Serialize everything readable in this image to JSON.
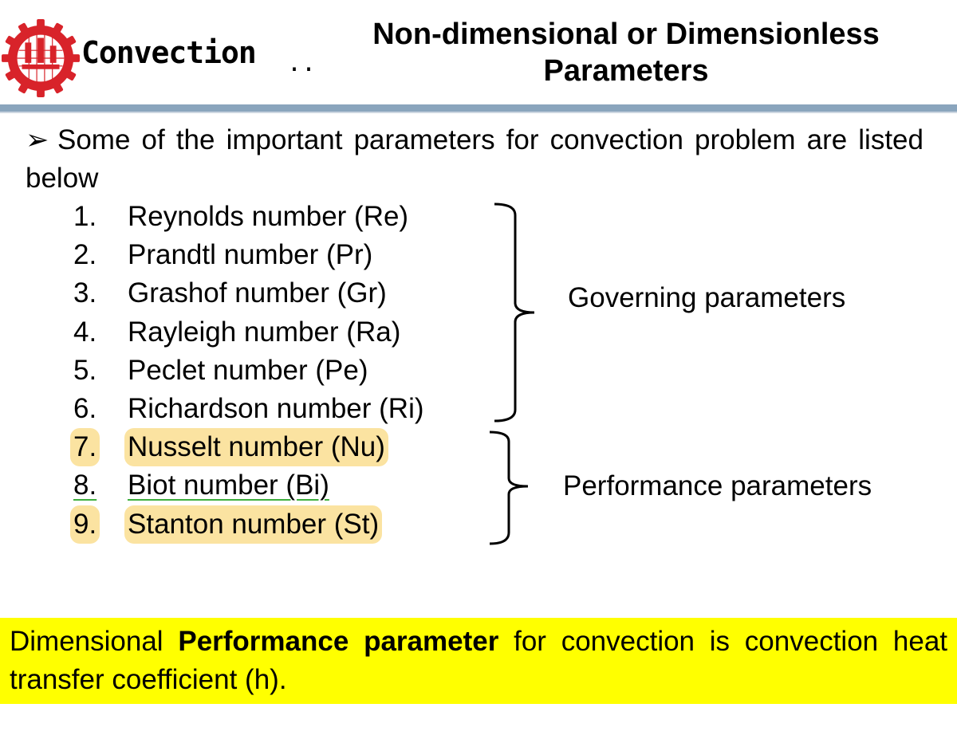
{
  "header": {
    "section": "Convection",
    "dots": "..",
    "title_line1": "Non-dimensional or Dimensionless",
    "title_line2": "Parameters"
  },
  "intro": {
    "bullet": "➢",
    "text": "Some of the important parameters for convection problem are listed below"
  },
  "parameters": [
    {
      "num": "1.",
      "name": "Reynolds number (Re)"
    },
    {
      "num": "2.",
      "name": "Prandtl number (Pr)"
    },
    {
      "num": "3.",
      "name": "Grashof number (Gr)"
    },
    {
      "num": "4.",
      "name": "Rayleigh number (Ra)"
    },
    {
      "num": "5.",
      "name": "Peclet number (Pe)"
    },
    {
      "num": "6.",
      "name": "Richardson number (Ri)"
    },
    {
      "num": "7.",
      "name": "Nusselt number (Nu)"
    },
    {
      "num": "8.",
      "name": "Biot number (Bi)"
    },
    {
      "num": "9.",
      "name": "Stanton number (St)"
    }
  ],
  "groups": {
    "governing": "Governing parameters",
    "performance": "Performance parameters"
  },
  "note": {
    "part1": "Dimensional ",
    "bold": "Performance parameter",
    "part2": " for convection is convection heat transfer coefficient (h)."
  },
  "colors": {
    "header_rule": "#8aa5bd",
    "highlight": "#fbe3a1",
    "underline": "#3fae3f",
    "note_background": "#ffff00",
    "logo_red": "#d8232a"
  }
}
